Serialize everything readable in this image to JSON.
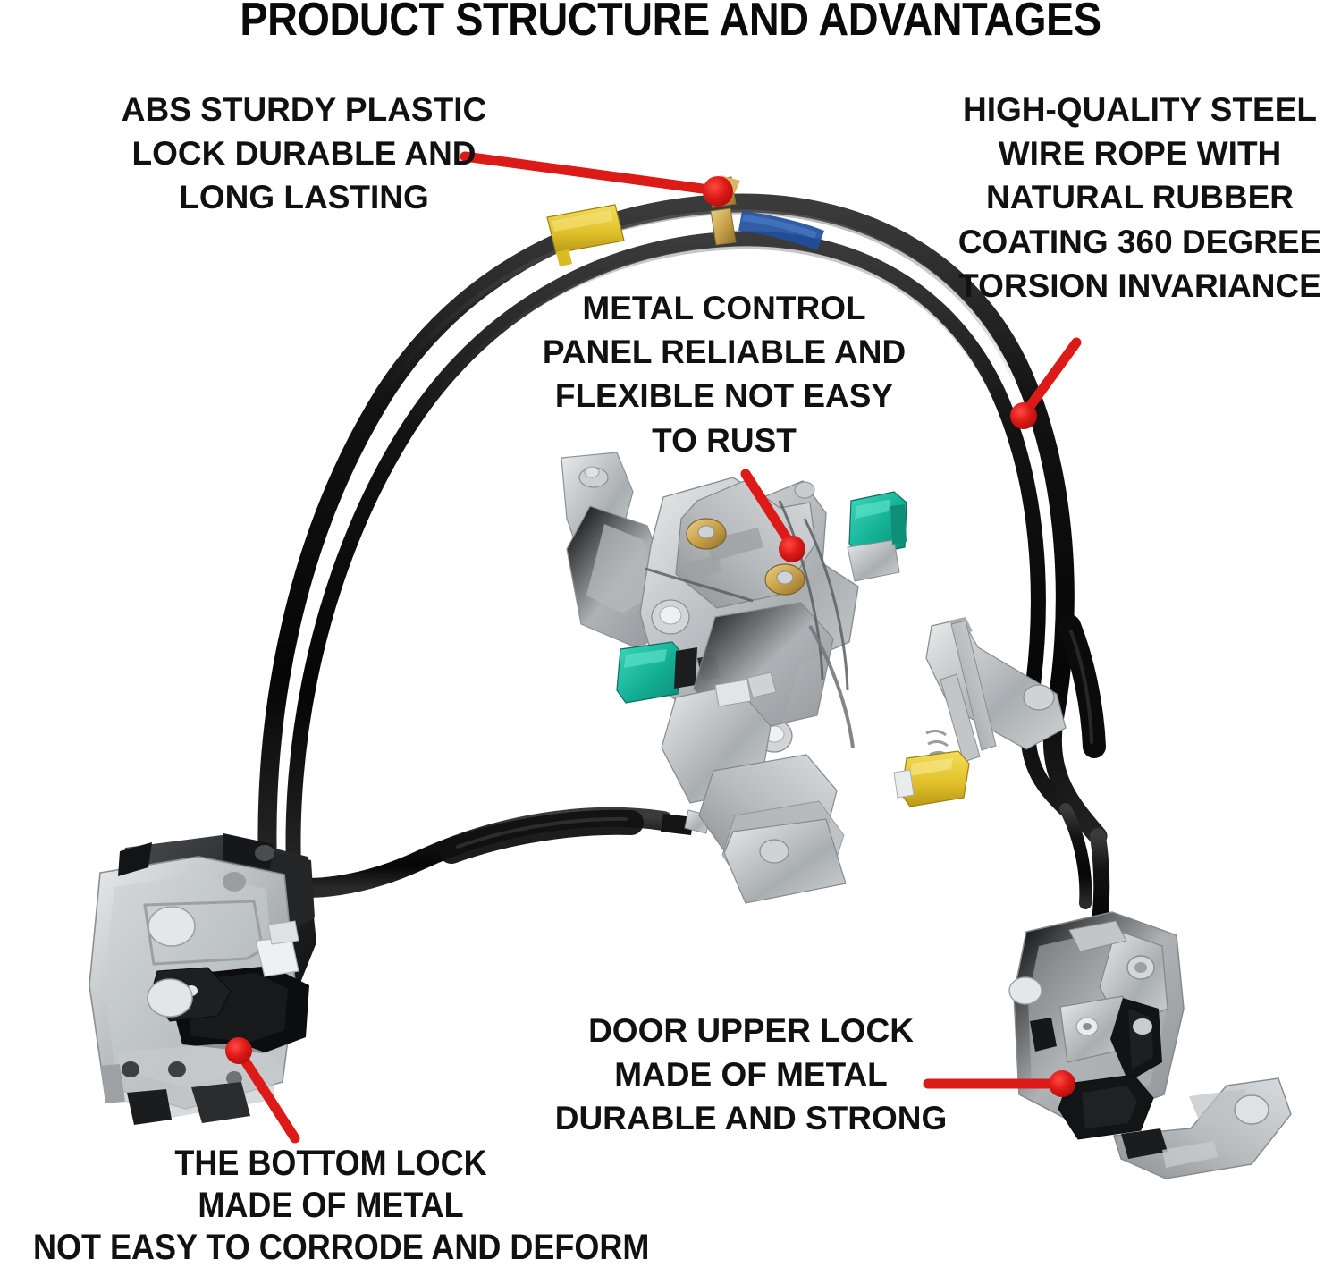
{
  "page": {
    "background_color": "#ffffff",
    "title": "PRODUCT STRUCTURE AND ADVANTAGES",
    "pointer_color": "#DC1A17",
    "text_color": "#111111"
  },
  "callouts": [
    {
      "id": "abs-plastic-lock",
      "name": "abs-sturdy-plastic-lock",
      "align": "center",
      "lines": [
        "ABS STURDY PLASTIC",
        "LOCK DURABLE AND",
        "LONG LASTING"
      ]
    },
    {
      "id": "steel-wire-rope",
      "name": "high-quality-steel-wire-rope",
      "align": "center",
      "lines": [
        "HIGH-QUALITY STEEL",
        "WIRE ROPE  WITH",
        "NATURAL RUBBER",
        "COATING 360 DEGREE",
        "TORSION INVARIANCE"
      ]
    },
    {
      "id": "metal-control-panel",
      "name": "metal-control-panel",
      "align": "center",
      "lines": [
        "METAL CONTROL",
        "PANEL RELIABLE AND",
        "FLEXIBLE NOT EASY",
        "TO RUST"
      ]
    },
    {
      "id": "bottom-lock",
      "name": "the-bottom-lock",
      "align": "center",
      "lines": [
        "THE BOTTOM LOCK",
        "MADE OF METAL",
        "NOT EASY TO CORRODE AND DEFORM"
      ]
    },
    {
      "id": "door-upper-lock",
      "name": "door-upper-lock",
      "align": "center",
      "lines": [
        "DOOR UPPER LOCK",
        "MADE OF METAL",
        "DURABLE AND STRONG"
      ]
    }
  ],
  "product": {
    "name": "door-lock-latch-cable-assembly",
    "parts": [
      {
        "name": "steel-wire-cable-loop",
        "color": "#1c1c1c"
      },
      {
        "name": "yellow-cable-clip",
        "color": "#e8c226"
      },
      {
        "name": "tan-cable-clip",
        "color": "#c9a255"
      },
      {
        "name": "blue-cable-tape",
        "color": "#1f4fa0"
      },
      {
        "name": "center-latch-mechanism",
        "color": "#b9bcbe"
      },
      {
        "name": "teal-connector",
        "color": "#16b79a"
      },
      {
        "name": "yellow-connector",
        "color": "#e3c233"
      },
      {
        "name": "brass-rivet",
        "color": "#c9a24a"
      },
      {
        "name": "bottom-lock-latch",
        "color": "#b5b8ba"
      },
      {
        "name": "upper-lock-latch",
        "color": "#9ea1a3"
      },
      {
        "name": "white-cable-sleeve",
        "color": "#eef0f1"
      }
    ]
  },
  "pointers": [
    {
      "name": "pointer-abs-plastic-lock",
      "target": "cable-junction-clip"
    },
    {
      "name": "pointer-steel-wire-rope",
      "target": "rubber-coated-cable"
    },
    {
      "name": "pointer-metal-control-panel",
      "target": "center-latch-plate"
    },
    {
      "name": "pointer-bottom-lock",
      "target": "bottom-lock-latch"
    },
    {
      "name": "pointer-door-upper-lock",
      "target": "upper-lock-latch"
    }
  ]
}
